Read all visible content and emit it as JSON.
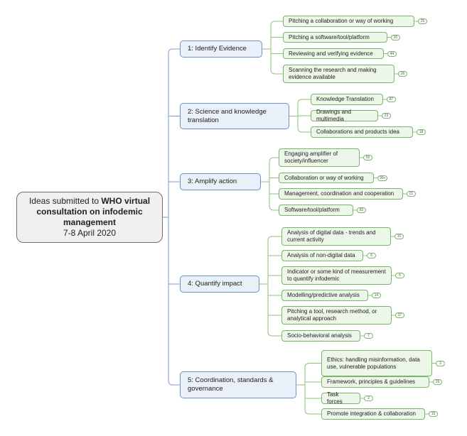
{
  "root": {
    "line1": "Ideas submitted to ",
    "line1_bold": "WHO virtual",
    "line2_bold": "consultation on infodemic",
    "line3_bold": "management",
    "line4": "7-8 April 2020"
  },
  "branches": [
    {
      "label": "1: Identify Evidence",
      "leaves": [
        {
          "label": "Pitching a collaboration or way of working",
          "count": "25"
        },
        {
          "label": "Pitching a software/tool/platform",
          "count": "20"
        },
        {
          "label": "Reviewing and verifying evidence",
          "count": "44"
        },
        {
          "label": "Scanning the research and making evidence available",
          "count": "26"
        }
      ]
    },
    {
      "label": "2: Science and knowledge translation",
      "leaves": [
        {
          "label": "Knowledge Translation",
          "count": "87"
        },
        {
          "label": "Drawings and multimedia",
          "count": "23"
        },
        {
          "label": "Collaborations and products idea",
          "count": "18"
        }
      ]
    },
    {
      "label": "3: Amplify action",
      "leaves": [
        {
          "label": "Engaging amplifier of society/influencer",
          "count": "55"
        },
        {
          "label": "Collaboration or way of working",
          "count": "99+"
        },
        {
          "label": "Management, coordination and cooperation",
          "count": "21"
        },
        {
          "label": "Software/tool/platform",
          "count": "83"
        }
      ]
    },
    {
      "label": "4: Quantify impact",
      "leaves": [
        {
          "label": "Analysis of digital data - trends and current activity",
          "count": "10"
        },
        {
          "label": "Analysis of non-digital data",
          "count": "6"
        },
        {
          "label": "Indicator or some kind of measurement to quantify infodemic",
          "count": "6"
        },
        {
          "label": "Modelling/predictive analysis",
          "count": "14"
        },
        {
          "label": "Pitching a tool, research method, or analytical approach",
          "count": "37"
        },
        {
          "label": "Socio-behavioral analysis",
          "count": "7"
        }
      ]
    },
    {
      "label": "5: Coordination, standards & governance",
      "leaves": [
        {
          "label": "Ethics: handling misinformation, data use, vulnerable populations",
          "count": "3"
        },
        {
          "label": "Framework, principles & guidelines",
          "count": "26"
        },
        {
          "label": "Task forces",
          "count": "2"
        },
        {
          "label": "Promote integration & collaboration",
          "count": "15"
        }
      ]
    }
  ],
  "colors": {
    "branch_fill": "#e9f0f9",
    "branch_border": "#6e92c4",
    "leaf_fill": "#ecf7e9",
    "leaf_border": "#79b56b",
    "root_fill": "#f0f0f0",
    "line": "#7f9cc7",
    "leaf_line": "#8cc07e"
  }
}
